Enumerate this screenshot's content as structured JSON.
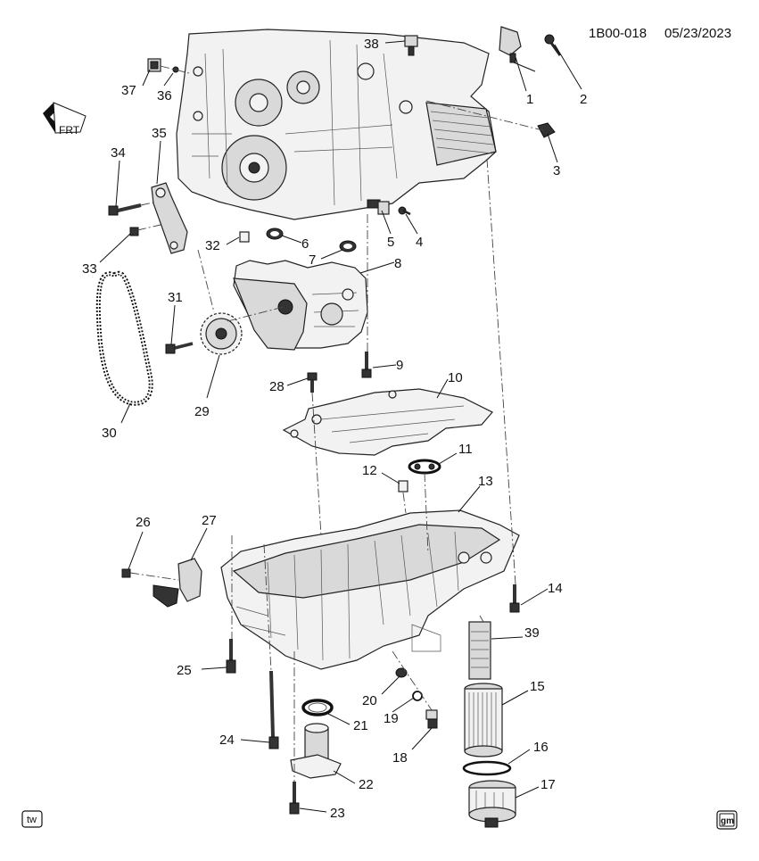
{
  "header": {
    "code": "1B00-018",
    "date": "05/23/2023"
  },
  "orientation": {
    "label": "FRT"
  },
  "badges": {
    "left": "tw",
    "right": "gm"
  },
  "callouts": [
    "1",
    "2",
    "3",
    "4",
    "5",
    "6",
    "7",
    "8",
    "9",
    "10",
    "11",
    "12",
    "13",
    "14",
    "15",
    "16",
    "17",
    "18",
    "19",
    "20",
    "21",
    "22",
    "23",
    "24",
    "25",
    "26",
    "27",
    "28",
    "29",
    "30",
    "31",
    "32",
    "33",
    "34",
    "35",
    "36",
    "37",
    "38",
    "39"
  ]
}
